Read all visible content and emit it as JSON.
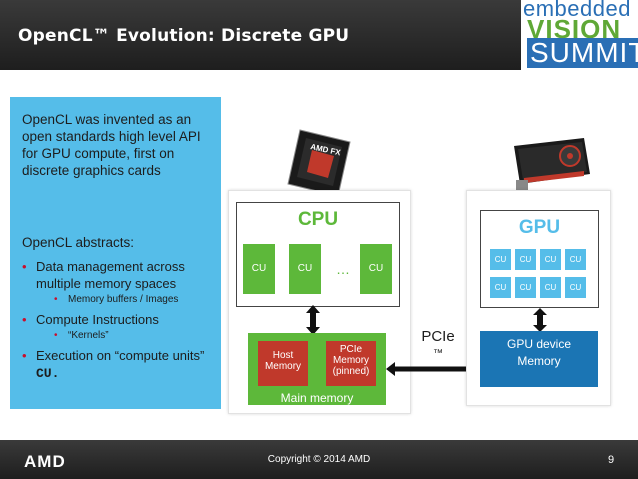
{
  "header": {
    "title": "OpenCL™ Evolution: Discrete GPU",
    "logo": {
      "line1": "embedded",
      "line2": "VISION",
      "line3": "SUMMIT"
    }
  },
  "sidebar": {
    "intro": "OpenCL was invented as an open standards high level API for GPU compute, first on discrete graphics cards",
    "heading": "OpenCL abstracts:",
    "bullets": [
      {
        "text": "Data management across multiple memory spaces",
        "sub": "Memory buffers / Images"
      },
      {
        "text": "Compute Instructions",
        "sub": "“Kernels”"
      },
      {
        "text_a": "Execution on “compute units”",
        "text_b": "CU."
      }
    ]
  },
  "cpu": {
    "label": "CPU",
    "cu_label": "CU",
    "ellipsis": "…",
    "main_memory_label": "Main memory",
    "host_memory": "Host Memory",
    "pcie_memory": "PCIe Memory (pinned)",
    "chip_label": "AMD FX"
  },
  "gpu": {
    "label": "GPU",
    "cu_label": "CU",
    "memory_label": "GPU device Memory"
  },
  "link": {
    "label": "PCIe",
    "tm": "™"
  },
  "footer": {
    "company": "AMD",
    "copyright": "Copyright © 2014 AMD",
    "page": "9"
  },
  "colors": {
    "green": "#5db83a",
    "blue": "#55bde9",
    "dark_blue": "#1b75b4",
    "red": "#c0392b"
  }
}
